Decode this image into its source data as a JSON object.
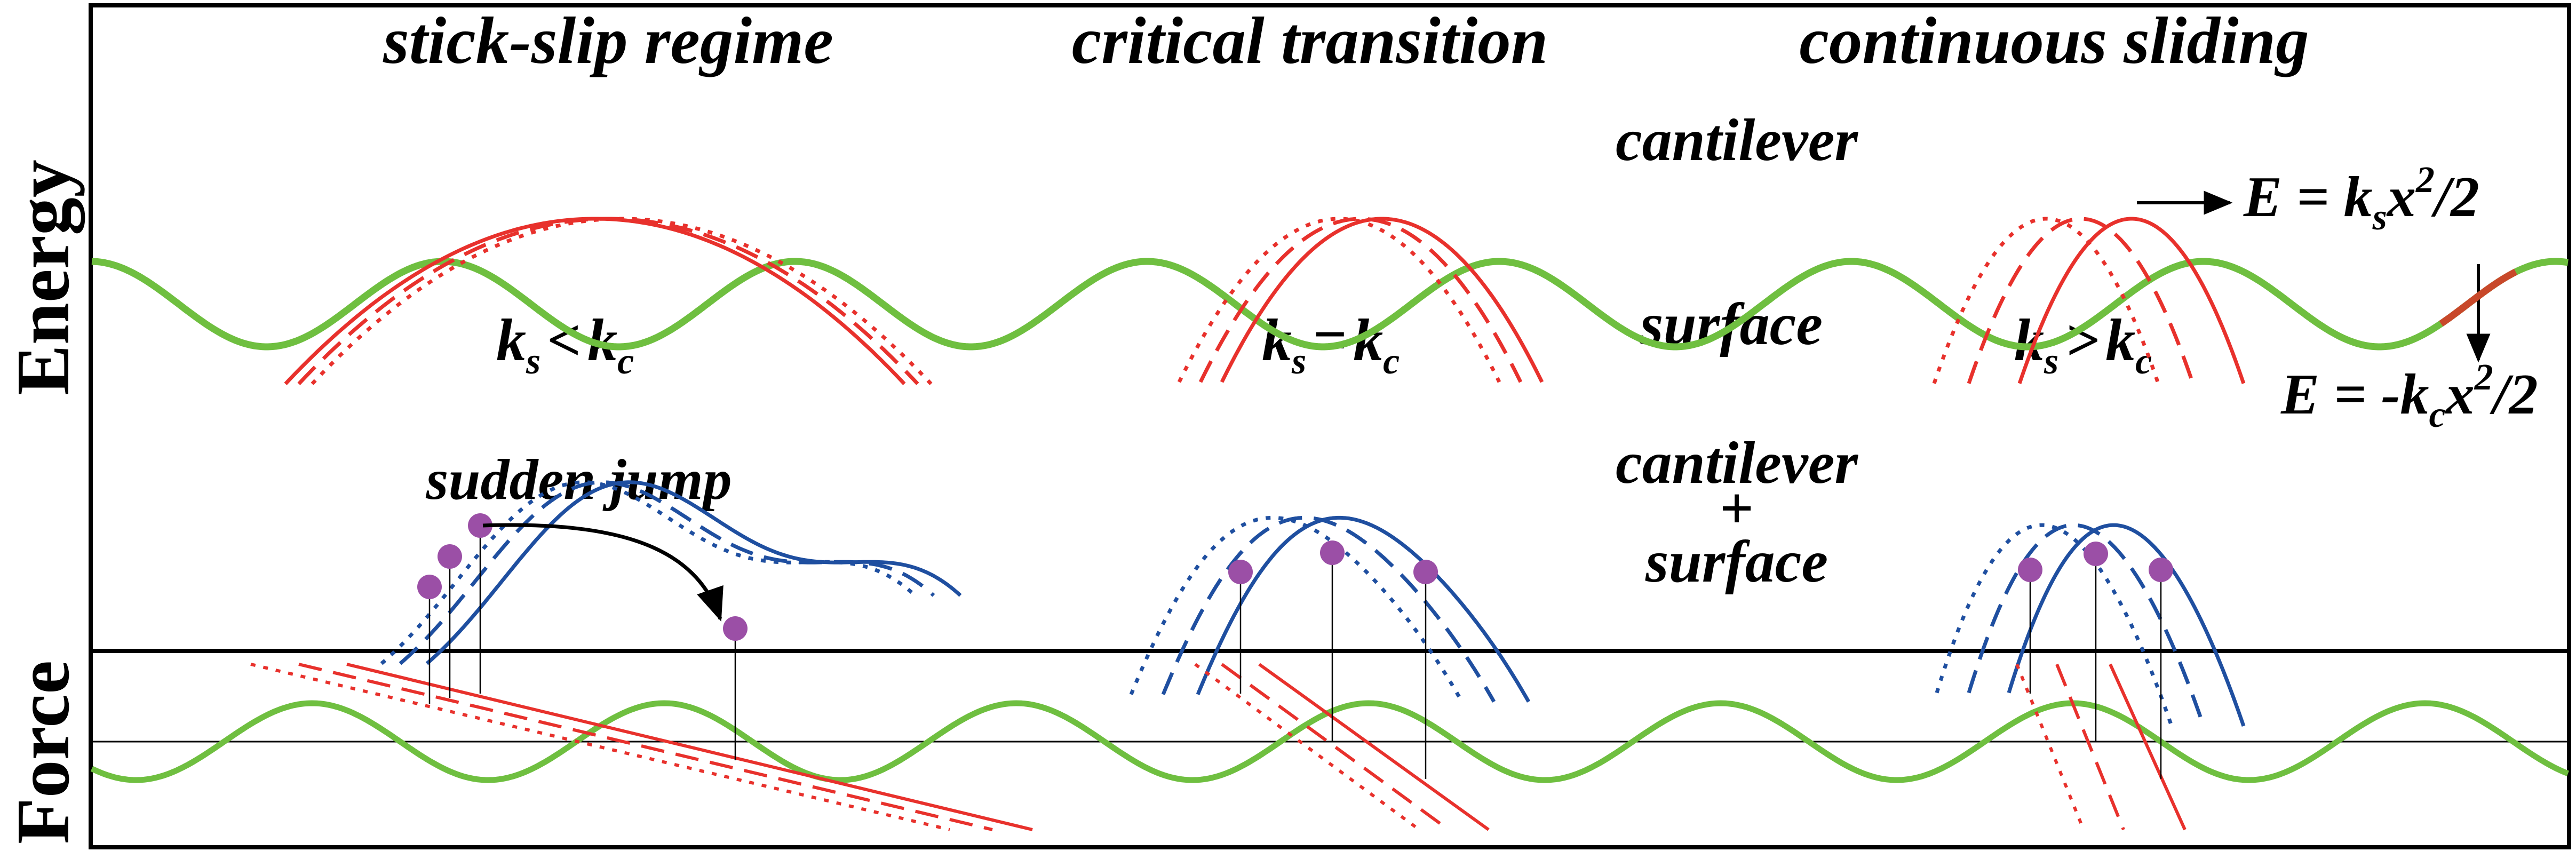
{
  "headers": {
    "stick_slip": "stick-slip regime",
    "critical": "critical transition",
    "continuous": "continuous sliding"
  },
  "labels": {
    "cantilever": "cantilever",
    "surface": "surface",
    "combined_line1": "cantilever",
    "combined_plus": "+",
    "combined_line2": "surface",
    "sudden_jump": "sudden jump"
  },
  "axes": {
    "energy": "Energy",
    "force": "Force"
  },
  "relations": {
    "stick_slip": {
      "k": "k",
      "s": "s",
      "op": "<",
      "k2": "k",
      "c": "c"
    },
    "critical": {
      "k": "k",
      "s": "s",
      "op": "=",
      "k2": "k",
      "c": "c"
    },
    "continuous": {
      "k": "k",
      "s": "s",
      "op": ">",
      "k2": "k",
      "c": "c"
    }
  },
  "equations": {
    "cantilever": {
      "pre": "E = k",
      "sub": "s",
      "post": "x",
      "sup": "2",
      "tail": "/2"
    },
    "surface": {
      "pre": "E = -k",
      "sub": "c",
      "post": "x",
      "sup": "2",
      "tail": "/2"
    }
  },
  "colors": {
    "cantilever": "#e8312c",
    "surface": "#6fbf40",
    "combined": "#1f4fa0",
    "marker": "#9b4fa6",
    "highlight": "#c8482a",
    "line": "#000000"
  }
}
